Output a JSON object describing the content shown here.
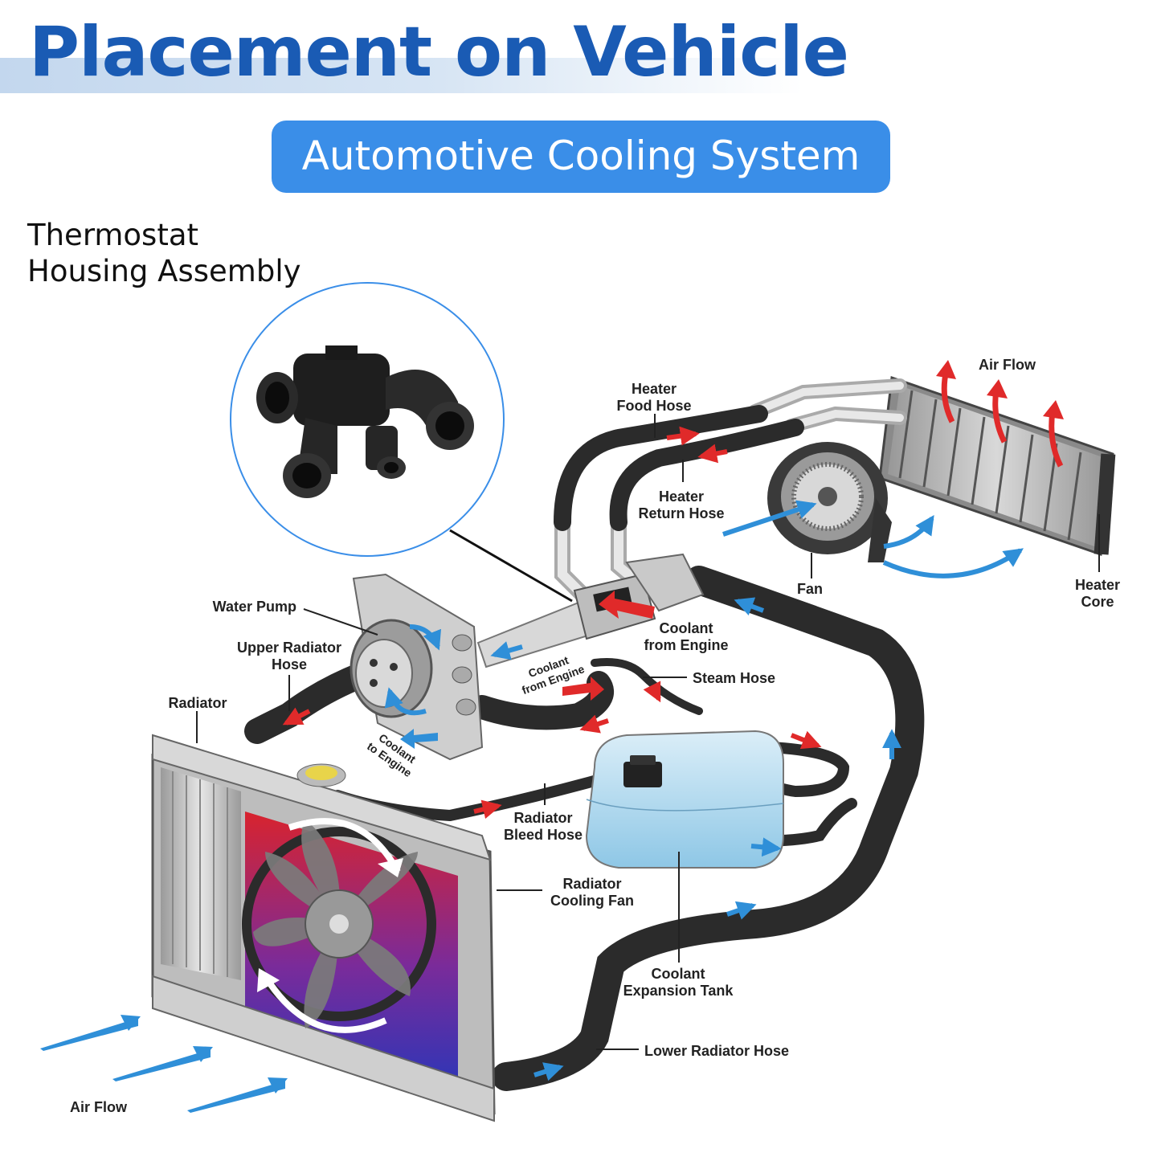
{
  "header": {
    "title": "Placement on Vehicle",
    "subtitle": "Automotive Cooling System",
    "part_name_line1": "Thermostat",
    "part_name_line2": "Housing Assembly"
  },
  "labels": {
    "air_flow_top": "Air Flow",
    "heater_food_hose_1": "Heater",
    "heater_food_hose_2": "Food Hose",
    "heater_return_hose_1": "Heater",
    "heater_return_hose_2": "Return Hose",
    "fan": "Fan",
    "heater_core_1": "Heater",
    "heater_core_2": "Core",
    "water_pump": "Water Pump",
    "coolant_from_engine_1": "Coolant",
    "coolant_from_engine_2": "from Engine",
    "coolant_from_engine_small_1": "Coolant",
    "coolant_from_engine_small_2": "from Engine",
    "steam_hose": "Steam Hose",
    "upper_radiator_hose_1": "Upper Radiator",
    "upper_radiator_hose_2": "Hose",
    "radiator": "Radiator",
    "coolant_to_engine_1": "Coolant",
    "coolant_to_engine_2": "to Engine",
    "radiator_bleed_hose_1": "Radiator",
    "radiator_bleed_hose_2": "Bleed Hose",
    "radiator_cooling_fan_1": "Radiator",
    "radiator_cooling_fan_2": "Cooling Fan",
    "coolant_expansion_tank_1": "Coolant",
    "coolant_expansion_tank_2": "Expansion Tank",
    "lower_radiator_hose": "Lower Radiator Hose",
    "air_flow_bottom": "Air Flow"
  },
  "colors": {
    "title_blue": "#1a5bb4",
    "pill_blue": "#3a8ee8",
    "flow_red": "#e02a2a",
    "flow_blue": "#2f8fd8",
    "hose": "#2b2b2b"
  }
}
